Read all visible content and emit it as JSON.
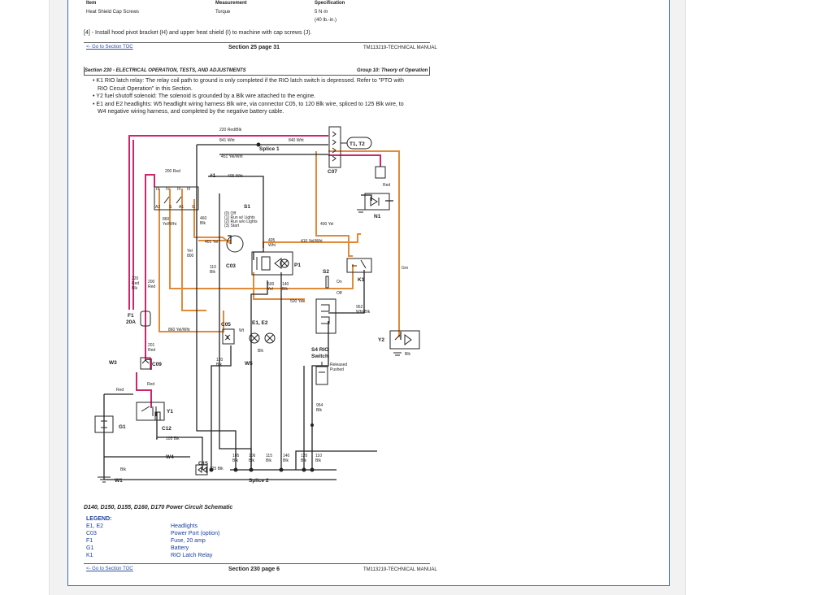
{
  "top_table": {
    "headers": [
      "Item",
      "Measurement",
      "Specification"
    ],
    "row": {
      "item": "Heat Shield Cap Screws",
      "measurement": "Torque",
      "spec": "5 N·m",
      "spec_alt": "(40 lb.-in.)"
    }
  },
  "step4": "[4] - Install hood pivot bracket (H) and upper heat shield (I) to machine with cap screws (J).",
  "footer1": {
    "link": "<- Go to Section TOC",
    "center": "Section 25 page 31",
    "right": "TM113219-TECHNICAL MANUAL"
  },
  "section_header": {
    "left": "Section 230 - ELECTRICAL OPERATION, TESTS, AND ADJUSTMENTS",
    "right": "Group 10: Theory of Operation"
  },
  "bullets": [
    "K1 RIO latch relay: The relay coil path to ground is only completed if the RIO latch switch is depressed. Refer to \"PTO with",
    "RIO Circuit Operation\" in this Section.",
    "Y2 fuel shutoff solenoid: The solenoid is grounded by a Blk wire attached to the engine.",
    "E1 and E2 headlights: W5 headlight wiring harness Blk wire, via connector C05, to 120 Blk wire, spliced to 125 Blk wire, to",
    "W4 negative wiring harness, and completed by the negative battery cable."
  ],
  "diagram": {
    "wire_labels": {
      "w220": "220 Red/Blk",
      "w841": "841 Wht",
      "w840": "840 Wht",
      "w451": "451 Yel/Wht",
      "w200": "200 Red",
      "w405": "405 Wht",
      "w460": "460",
      "w460b": "Blk",
      "w860": "860",
      "w860b": "Yel/Wht",
      "w400yel": "400 Yel",
      "w401": "401 Yel",
      "w410": "410 Yel/Wht",
      "w405b": "405",
      "w405c": "Wht",
      "w500": "500",
      "w500b": "Yel",
      "w140": "140",
      "w140b": "Blk",
      "w500yel": "500 Yel",
      "w952": "952",
      "w952b": "Wht/Blk",
      "w220b": "220",
      "w220c": "Red",
      "w220d": "Blk",
      "w200b": "200",
      "w200c": "Red",
      "w860wht": "860 Yel/Wht",
      "w201": "201",
      "w201b": "Red",
      "w120": "120",
      "w120b": "Blk",
      "wred": "Red",
      "wred2": "Red",
      "w105": "105 Blk",
      "w125": "125 Blk",
      "wblk": "Blk",
      "w954": "954",
      "w954b": "Blk",
      "wgrn": "Grn",
      "wred3": "Red",
      "w110": "110",
      "w110b": "Blk",
      "wyel": "Yel",
      "wyel2": "800",
      "wwht": "Wt",
      "wblk2": "Blk",
      "wblk3": "Blk",
      "g105": "105",
      "g106": "106",
      "g115": "115",
      "g140": "140",
      "g120": "120",
      "g110": "110",
      "gb1": "Blk",
      "gb2": "Blk",
      "gb3": "Blk",
      "gb4": "Blk",
      "gb5": "Blk",
      "gb6": "Blk"
    },
    "components": {
      "splice1": "Splice 1",
      "splice2": "Splice 2",
      "c07": "C07",
      "t1t2": "T1, T2",
      "n1": "N1",
      "s1": "S1",
      "s1_pos0": "(0) Off",
      "s1_pos1": "(1) Run w/ Lights",
      "s1_pos2": "(2) Run w/o Lights",
      "s1_pos3": "(3) Start",
      "num1": "#1",
      "c03": "C03",
      "p1": "P1",
      "s2": "S2",
      "on": "On",
      "off": "Off",
      "k1": "K1",
      "f1": "F1",
      "f1amp": "20A",
      "c05": "C05",
      "e1e2": "E1, E2",
      "w5": "W5",
      "s4": "S4 RIO",
      "s4b": "Switch",
      "released": "Released",
      "pushed": "Pushed",
      "w3": "W3",
      "c09": "C09",
      "y1": "Y1",
      "g1": "G1",
      "c12": "C12",
      "w4": "W4",
      "c15": "C15",
      "w1": "W1",
      "y2": "Y2",
      "relay_pins": [
        "III",
        "IV",
        "III",
        "III",
        "A2",
        "S",
        "A1",
        "G"
      ]
    }
  },
  "caption": "D140, D150, D155, D160, D170 Power Circuit Schematic",
  "legend": {
    "title": "LEGEND:",
    "items": [
      {
        "code": "E1, E2",
        "desc": "Headlights"
      },
      {
        "code": "C03",
        "desc": "Power Port (option)"
      },
      {
        "code": "F1",
        "desc": "Fuse, 20 amp"
      },
      {
        "code": "G1",
        "desc": "Battery"
      },
      {
        "code": "K1",
        "desc": "RIO Latch Relay"
      }
    ]
  },
  "footer2": {
    "link": "<- Go to Section TOC",
    "center": "Section 230 page 6",
    "right": "TM113219-TECHNICAL MANUAL"
  },
  "colors": {
    "red_wire": "#d0246b",
    "orange_wire": "#e08a3a",
    "black_wire": "#222222",
    "legend_blue": "#1a3fa0",
    "page_border": "#3a6fb0"
  }
}
